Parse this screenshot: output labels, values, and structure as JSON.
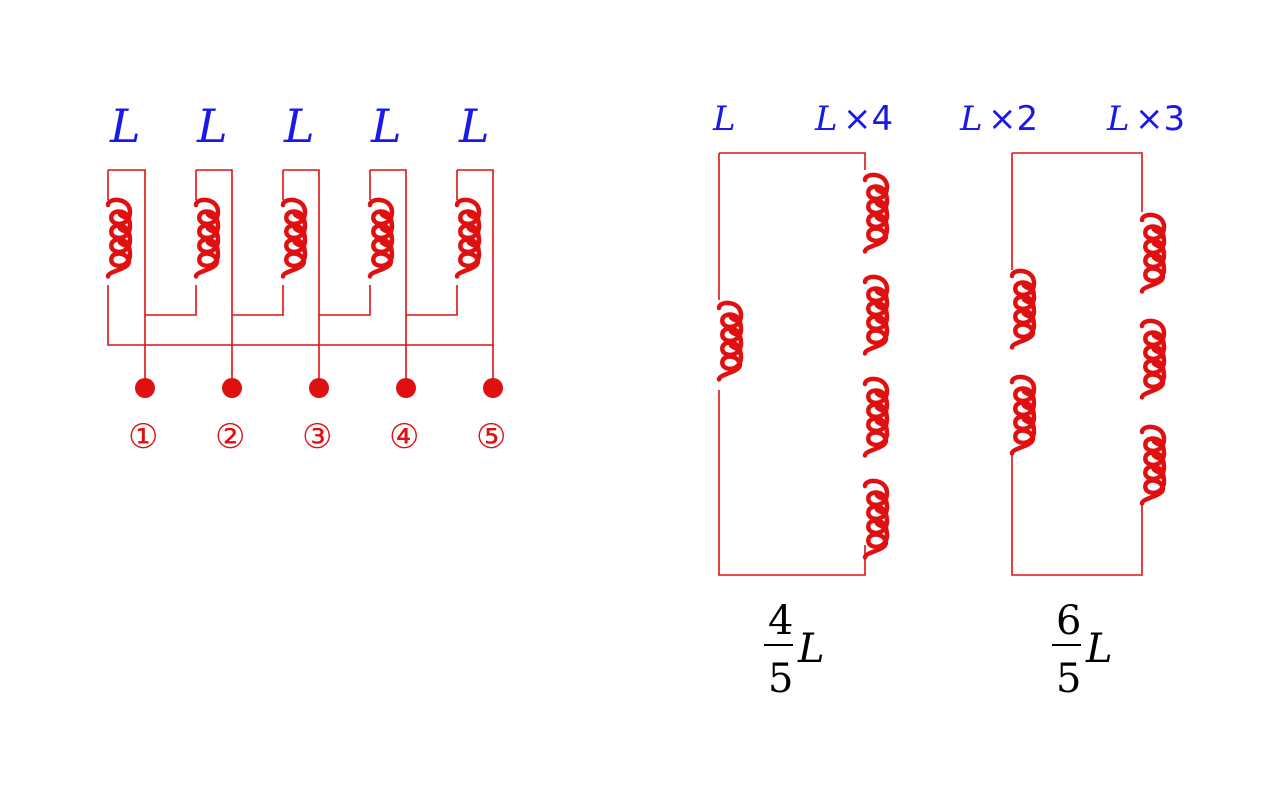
{
  "left_circuit": {
    "inductor_labels": [
      "L",
      "L",
      "L",
      "L",
      "L"
    ],
    "terminals": [
      "①",
      "②",
      "③",
      "④",
      "⑤"
    ]
  },
  "circuit_a": {
    "branch1_label": "L",
    "branch2_label_var": "L",
    "branch2_label_mult": "×4",
    "result_numerator": "4",
    "result_denominator": "5",
    "result_symbol": "L"
  },
  "circuit_b": {
    "branch1_label_var": "L",
    "branch1_label_mult": "×2",
    "branch2_label_var": "L",
    "branch2_label_mult": "×3",
    "result_numerator": "6",
    "result_denominator": "5",
    "result_symbol": "L"
  },
  "colors": {
    "coil": "#e01010",
    "label": "#1a1ae6",
    "text": "#000000"
  }
}
